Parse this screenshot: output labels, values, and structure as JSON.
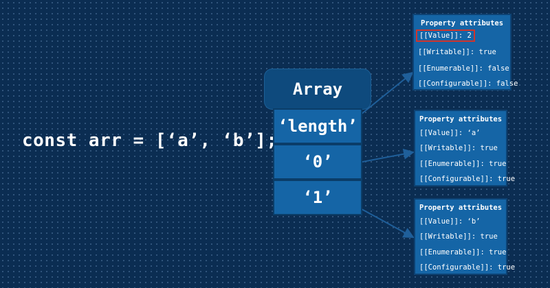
{
  "code_line": "const arr = [‘a’, ‘b’];",
  "array": {
    "header": "Array",
    "cells": [
      "‘length’",
      "‘0’",
      "‘1’"
    ]
  },
  "attribute_boxes": [
    {
      "title": "Property attributes",
      "rows": [
        "[[Value]]: 2",
        "[[Writable]]: true",
        "[[Enumerable]]: false",
        "[[Configurable]]: false"
      ],
      "highlighted_row": 0
    },
    {
      "title": "Property attributes",
      "rows": [
        "[[Value]]: ‘a’",
        "[[Writable]]: true",
        "[[Enumerable]]: true",
        "[[Configurable]]: true"
      ]
    },
    {
      "title": "Property attributes",
      "rows": [
        "[[Value]]: ‘b’",
        "[[Writable]]: true",
        "[[Enumerable]]: true",
        "[[Configurable]]: true"
      ]
    }
  ],
  "colors": {
    "background": "#0b2d52",
    "cell": "#1565a6",
    "header": "#0e4a7d",
    "highlight": "#d0342c"
  }
}
